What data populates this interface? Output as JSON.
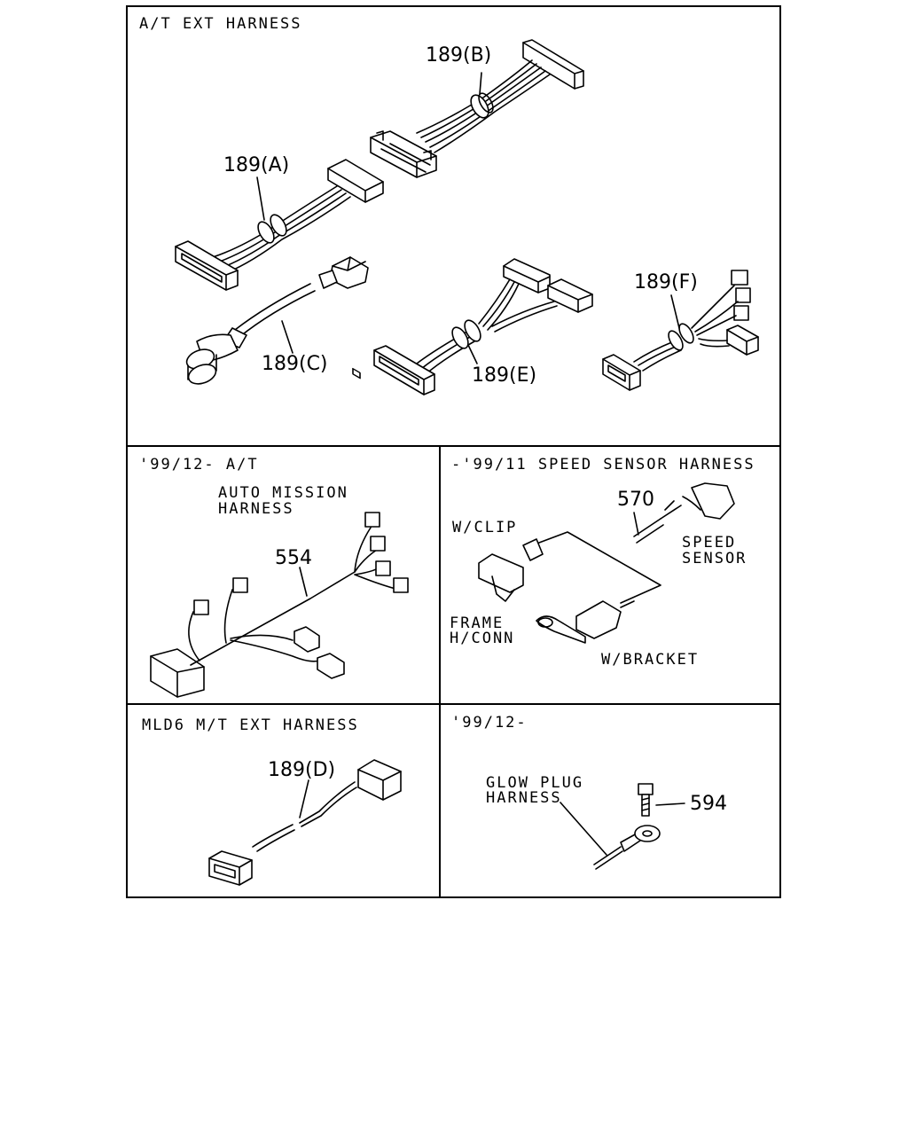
{
  "panels": {
    "at_ext": {
      "title": "A/T EXT HARNESS",
      "parts": {
        "a": "189(A)",
        "b": "189(B)",
        "c": "189(C)",
        "e": "189(E)",
        "f": "189(F)"
      }
    },
    "at_9912": {
      "title": "'99/12- A/T",
      "caption_line1": "AUTO MISSION",
      "caption_line2": "HARNESS",
      "part": "554"
    },
    "speed_sensor": {
      "title": "-'99/11 SPEED SENSOR HARNESS",
      "part": "570",
      "w_clip": "W/CLIP",
      "speed_line1": "SPEED",
      "speed_line2": "SENSOR",
      "frame_line1": "FRAME",
      "frame_line2": "H/CONN",
      "w_bracket": "W/BRACKET"
    },
    "mld6": {
      "title": "MLD6 M/T EXT HARNESS",
      "part": "189(D)"
    },
    "glow": {
      "title": "'99/12-",
      "caption_line1": "GLOW PLUG",
      "caption_line2": "HARNESS",
      "part": "594"
    }
  }
}
